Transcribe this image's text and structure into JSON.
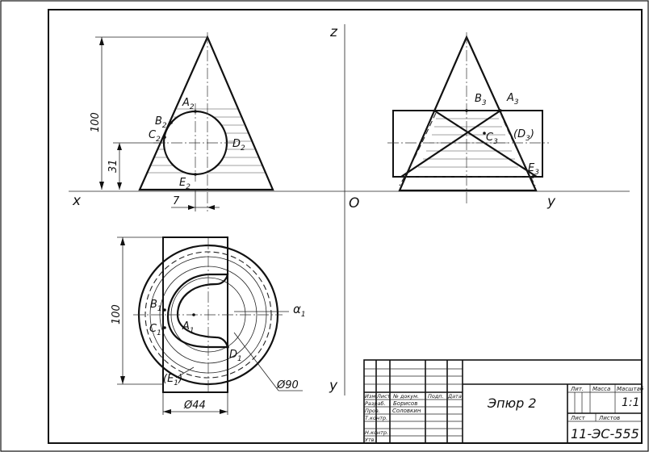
{
  "axes": {
    "x": "x",
    "z": "z",
    "y_right": "y",
    "y_bottom": "y",
    "origin": "O"
  },
  "front_view": {
    "points": {
      "a2": "A",
      "a2_sub": "2",
      "b2": "B",
      "b2_sub": "2",
      "c2": "C",
      "c2_sub": "2",
      "d2": "D",
      "d2_sub": "2",
      "e2": "E",
      "e2_sub": "2"
    },
    "dims": {
      "height": "100",
      "level": "31",
      "offset": "7"
    }
  },
  "side_view": {
    "points": {
      "b3": "B",
      "b3_sub": "3",
      "a3": "A",
      "a3_sub": "3",
      "c3": "C",
      "c3_sub": "3",
      "d3": "(D",
      "d3_sub": "3",
      "d3_close": ")",
      "e3": "E",
      "e3_sub": "3"
    }
  },
  "top_view": {
    "points": {
      "b1": "B",
      "b1_sub": "1",
      "c1": "C",
      "c1_sub": "1",
      "a1": "A",
      "a1_sub": "1",
      "d1": "D",
      "d1_sub": "1",
      "e1": "(E",
      "e1_sub": "1",
      "e1_close": ")"
    },
    "plane": "α",
    "plane_sub": "1",
    "dims": {
      "depth": "100",
      "diam": "Ø90",
      "width": "Ø44"
    }
  },
  "title_block": {
    "title": "Эпюр 2",
    "code": "11-ЭС-555",
    "scale": "1:1",
    "lit": "Лит.",
    "mass": "Масса",
    "scale_label": "Масштаб",
    "sheet": "Лист",
    "sheets": "Листов",
    "col_izm": "Изм.",
    "col_list": "Лист",
    "col_doc": "№ докум.",
    "col_sign": "Подп.",
    "col_date": "Дата",
    "r_razrab": "Разраб.",
    "r_prov": "Пров.",
    "r_tkontr": "Т.контр.",
    "r_nkontr": "Н.контр.",
    "r_utv": "Утв.",
    "author": "Борисов",
    "checker": "Соловкин"
  }
}
